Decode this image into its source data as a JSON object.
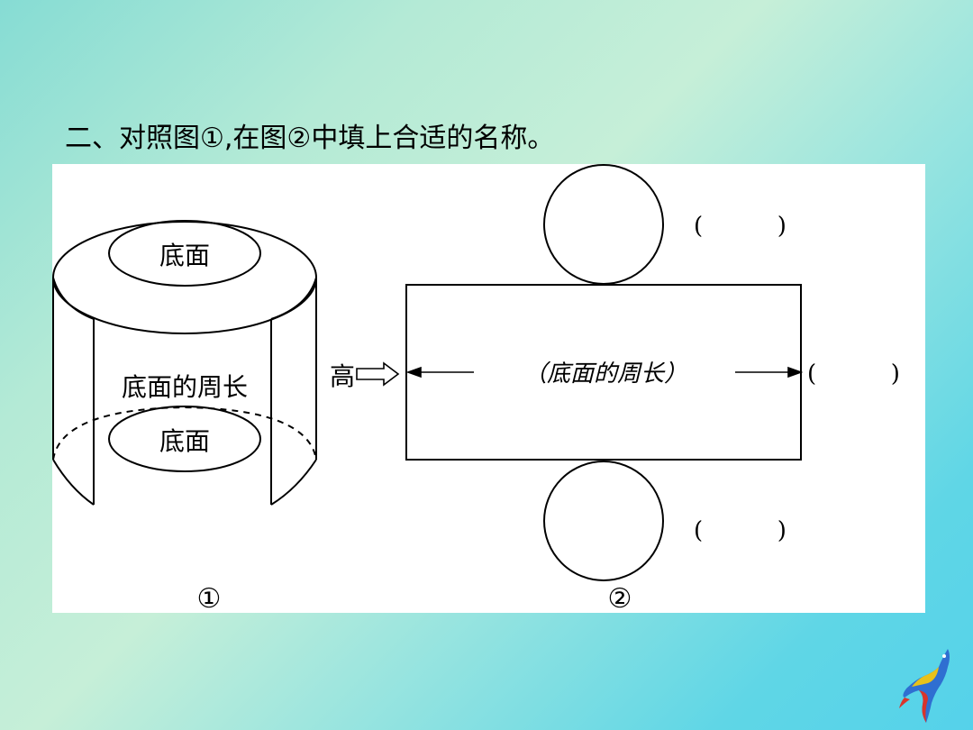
{
  "question": {
    "text": "二、对照图①,在图②中填上合适的名称。"
  },
  "figure1": {
    "top_label": "底面",
    "middle_label": "底面的周长",
    "bottom_label": "底面",
    "caption": "①"
  },
  "figure2": {
    "height_label": "高",
    "center_label": "（底面的周长）",
    "blank_top": "(          )",
    "blank_right": "(          )",
    "blank_bottom": "(          )",
    "caption": "②"
  },
  "colors": {
    "background_start": "#86dcd4",
    "background_end": "#55d2ea",
    "panel": "#ffffff",
    "line": "#000000"
  },
  "icons": {
    "corner_decoration": "parrot-icon",
    "arrow_right": "double-arrow-right-icon",
    "arrow_left": "arrow-left-icon",
    "arrow_right_single": "arrow-right-icon"
  }
}
